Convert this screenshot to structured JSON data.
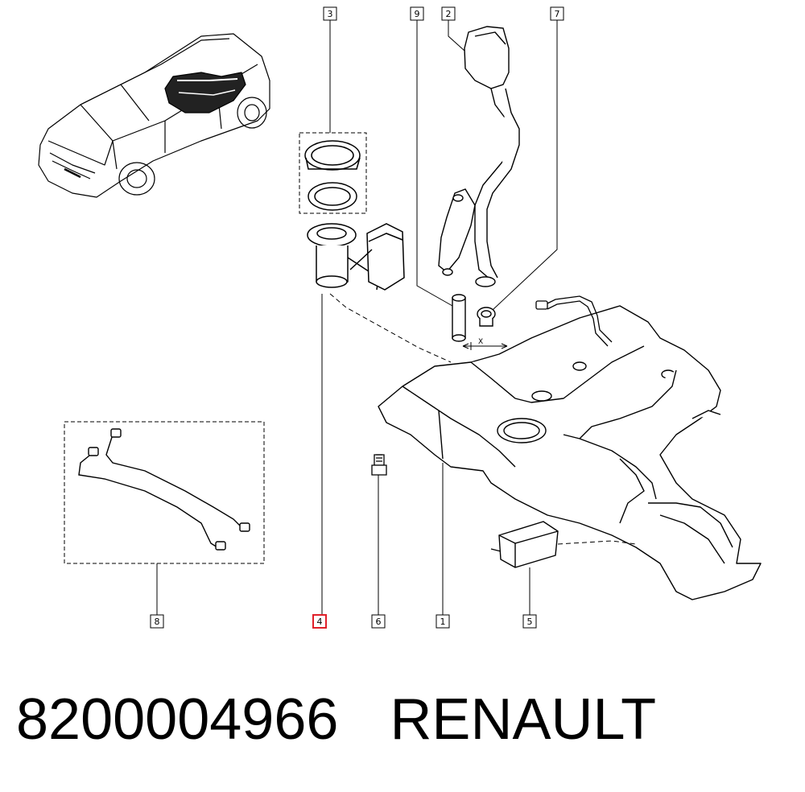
{
  "callouts": [
    {
      "id": "1",
      "highlighted": false
    },
    {
      "id": "2",
      "highlighted": false
    },
    {
      "id": "3",
      "highlighted": false
    },
    {
      "id": "4",
      "highlighted": true
    },
    {
      "id": "5",
      "highlighted": false
    },
    {
      "id": "6",
      "highlighted": false
    },
    {
      "id": "7",
      "highlighted": false
    },
    {
      "id": "8",
      "highlighted": false
    },
    {
      "id": "9",
      "highlighted": false
    }
  ],
  "dimension_label": "X",
  "caption": {
    "part_number": "8200004966",
    "brand": "RENAULT"
  },
  "colors": {
    "line": "#000000",
    "highlight": "#e0202a",
    "background": "#ffffff"
  }
}
